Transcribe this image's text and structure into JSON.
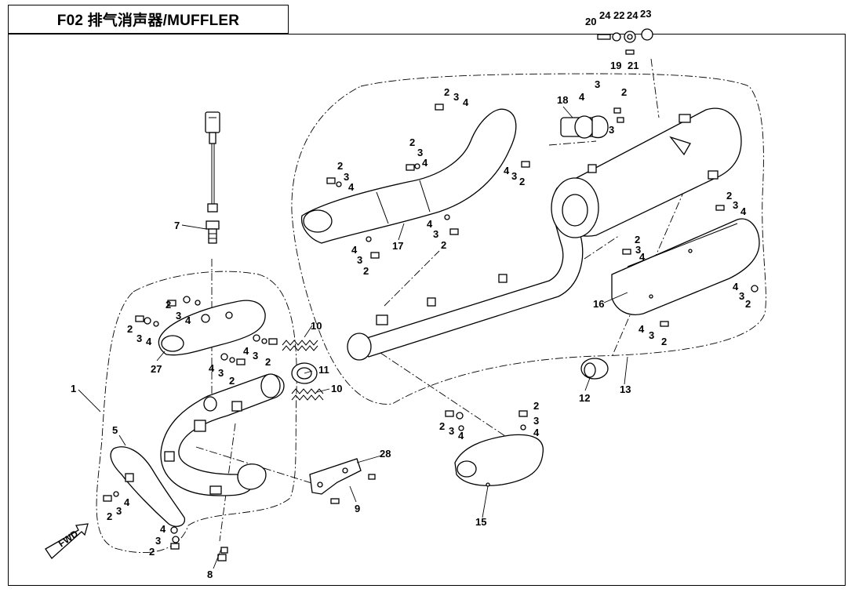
{
  "title": "F02 排气消声器/MUFFLER",
  "fwd_label": "FWD",
  "callouts": {
    "c1": "1",
    "c5": "5",
    "c7": "7",
    "c8": "8",
    "c9": "9",
    "c10a": "10",
    "c10b": "10",
    "c11": "11",
    "c12": "12",
    "c13": "13",
    "c15": "15",
    "c16": "16",
    "c17": "17",
    "c18": "18",
    "c19": "19",
    "c20": "20",
    "c21": "21",
    "c22": "22",
    "c23": "23",
    "c24a": "24",
    "c24b": "24",
    "c27": "27",
    "c28": "28"
  },
  "fasteners": {
    "two": "2",
    "three": "3",
    "four": "4"
  }
}
